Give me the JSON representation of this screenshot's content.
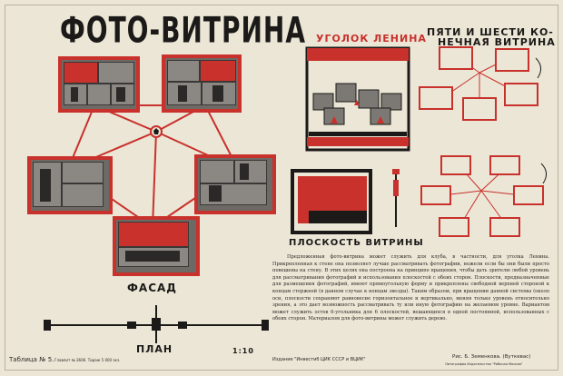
{
  "poster": {
    "title": "ФОТО-ВИТРИНА",
    "corner_title": "УГОЛОК ЛЕНИНА",
    "five_six_title_line1": "ПЯТИ И ШЕСТИ КО-",
    "five_six_title_line2": "НЕЧНАЯ ВИТРИНА",
    "plane_label": "ПЛОСКОСТЬ ВИТРИНЫ",
    "facade_label": "ФАСАД",
    "plan_label": "ПЛАН",
    "scale_mark": "1:10",
    "body_text": "Предложенная фото-витрина может служить для клуба, в частности, для уголка Ленина. Прикрепленная к стене она позволяет лучше рассматривать фотографии, нежели если бы они были просто повешены на стену. В этих целях она построена на принципе вращения, чтобы дать зрителю любой уровень для рассматривания фотографий и использования плоскостей с обеих сторон. Плоскости, предназначенные для размещения фотографий, имеют прямоугольную форму и прикреплены свободной верхней стороной к концам стержней (в данном случае к концам звезды). Таким образом, при вращении данной системы (около оси, плоскости сохраняют равновесие горизонтальное и вертикально, меняя только уровень относительно зрения, а это дает возможность рассматривать ту или иную фотографию на желаемом уровне. Вариантом может служить остов 6-угольника для 6 плоскостей, вешающихся в одной постоянной, использованных с обеих сторон. Материалом для фото-витрины может служить дерево.",
    "footer_left": "Таблица № 5.",
    "footer_small": "Главлит № 3606. Тираж 5 000 экз.",
    "footer_center": "Издание \"Инвестиб ЦИК СССР и ВЦИК\"",
    "footer_right": "Рис. Б. Земенкова. (Вуткевас)",
    "footer_right_small": "Литография Издательства \"Рабочая Москва\""
  },
  "colors": {
    "red": "#c8312c",
    "ink": "#1b1a18",
    "paper": "#ece6d6"
  }
}
